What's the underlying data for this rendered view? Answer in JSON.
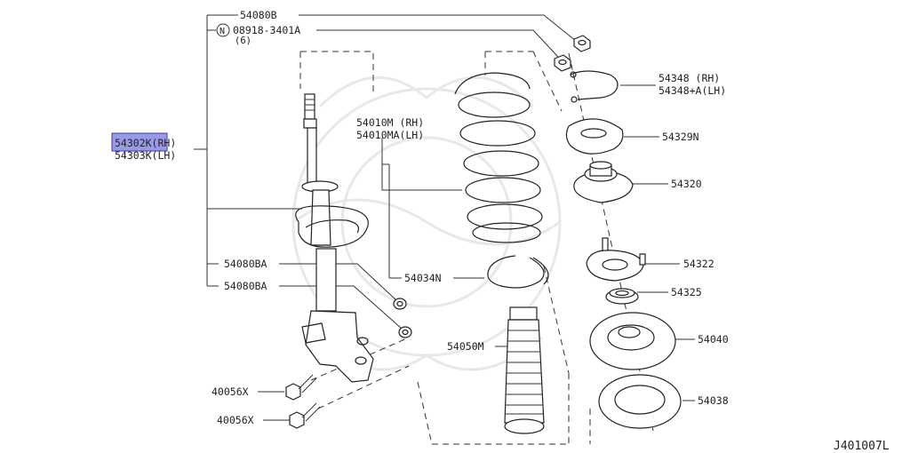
{
  "labels": {
    "p54080B": "54080B",
    "nut_symbol": "N",
    "p08918": "08918-3401A",
    "qty6": "(6)",
    "p54348rh": "54348  (RH)",
    "p54348lh": "54348+A(LH)",
    "p54329N": "54329N",
    "p54320": "54320",
    "p54302K": "54302K",
    "p54302K_side": "(RH)",
    "p54303K": "54303K(LH)",
    "p54010M": "54010M (RH)",
    "p54010MA": "54010MA(LH)",
    "p54080BA_1": "54080BA",
    "p54080BA_2": "54080BA",
    "p54034N": "54034N",
    "p54322": "54322",
    "p54325": "54325",
    "p54040": "54040",
    "p54050M": "54050M",
    "p54038": "54038",
    "p40056X_1": "40056X",
    "p40056X_2": "40056X",
    "diagram_code": "J401007L"
  },
  "colors": {
    "highlight_fill": "#9999e6",
    "highlight_stroke": "#3a3ab0",
    "line": "#333333",
    "watermark": "#e6e6e6"
  }
}
